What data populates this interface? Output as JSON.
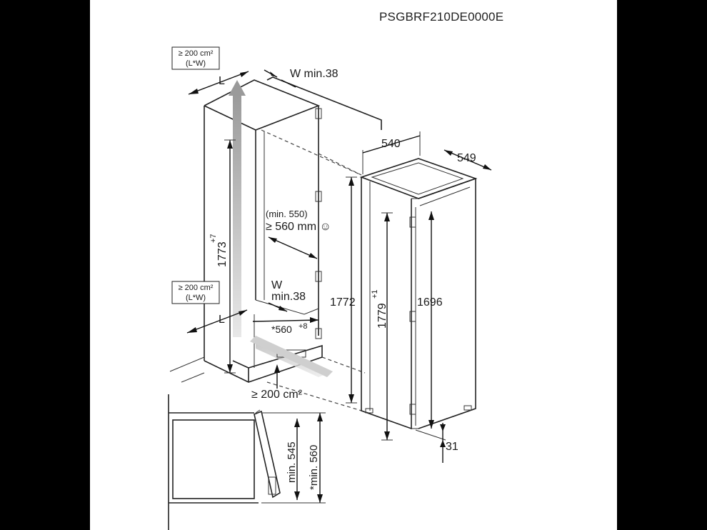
{
  "model_code": "PSGBRF210DE0000E",
  "labels": {
    "vent_top_l1": "≥ 200 cm²",
    "vent_top_l2": "(L*W)",
    "vent_bottom_l1": "≥ 200 cm²",
    "vent_bottom_l2": "(L*W)",
    "L_top": "L",
    "L_bottom": "L",
    "W_top": "W min.38",
    "W_bottom_1": "W",
    "W_bottom_2": "min.38",
    "depth_min": "(min. 550)",
    "depth_rec": "≥ 560 mm ☺",
    "niche_height": "1773",
    "niche_height_tol": "+7",
    "niche_width": "*560",
    "niche_width_tol": "+8",
    "plinth_vent": "≥ 200 cm²",
    "appliance_depth": "540",
    "appliance_width": "549",
    "side_height": "1772",
    "total_height": "1779",
    "total_height_tol": "+1",
    "door_height": "1696",
    "bottom_gap": "31",
    "detail_min_545": "min. 545",
    "detail_min_560": "*min. 560"
  }
}
